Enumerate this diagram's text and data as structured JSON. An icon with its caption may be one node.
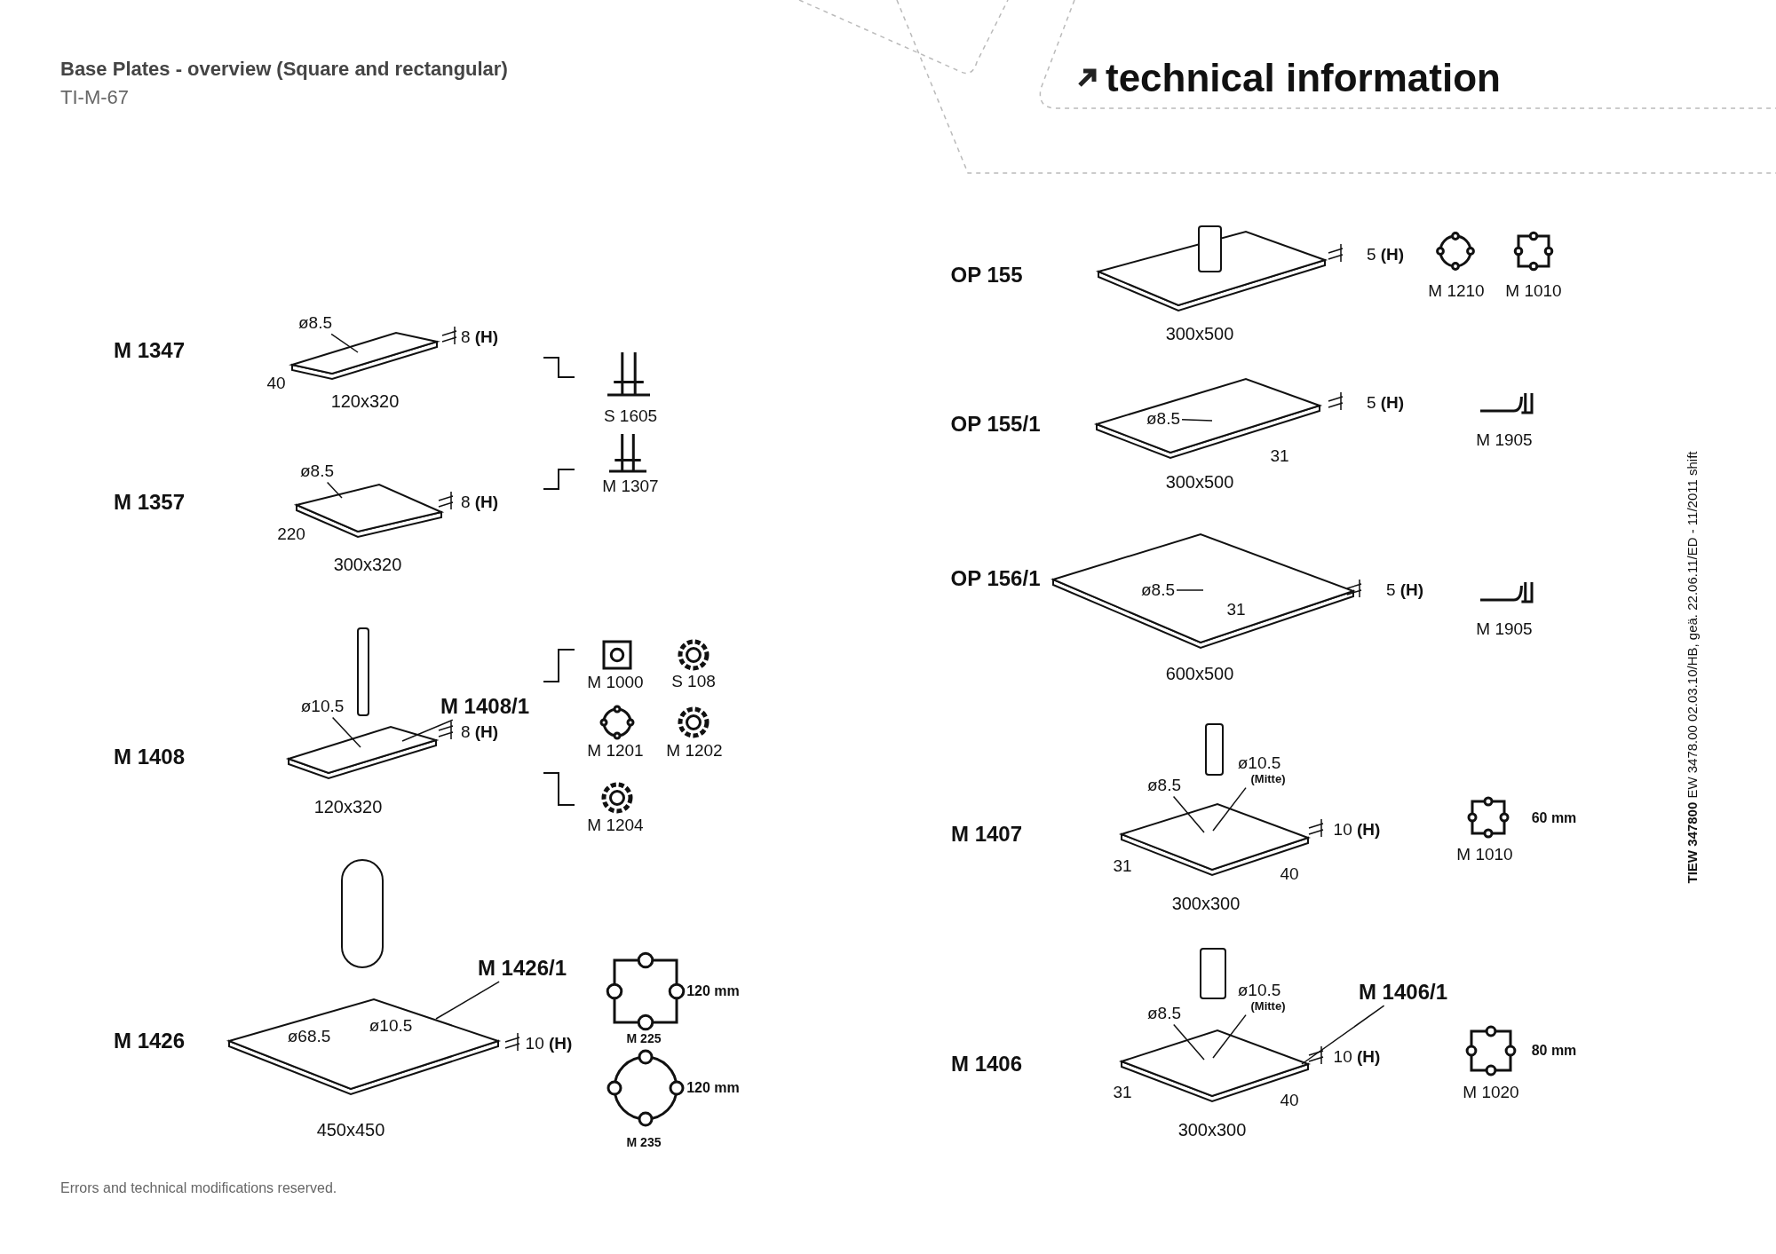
{
  "diagram": {
    "title": "Base Plates - overview (Square and rectangular)",
    "nodes": [
      {
        "text": [
          "ø8.5"
        ]
      },
      {
        "text": [
          "ø8.5"
        ]
      },
      {
        "text": [
          "ø10.5"
        ]
      },
      {
        "text": [
          "M 1408/1"
        ]
      },
      {
        "text": [
          "M 1426/1"
        ]
      },
      {
        "text": [
          "ø8.5"
        ]
      },
      {
        "text": [
          "ø8.5"
        ]
      },
      {
        "text": [
          "ø8.5"
        ]
      },
      {
        "text": [
          "ø10.5",
          "(Mitte)"
        ]
      },
      {
        "text": [
          "M 1406/1"
        ]
      },
      {
        "text": [
          "ø8.5"
        ]
      },
      {
        "text": [
          "ø10.5",
          "(Mitte)"
        ]
      }
    ],
    "edges": [
      {
        "from": 0,
        "to": null,
        "arrow": "none"
      },
      {
        "from": 1,
        "to": null,
        "arrow": "none"
      },
      {
        "from": 2,
        "to": null,
        "arrow": "none"
      },
      {
        "from": 3,
        "to": null,
        "arrow": "none"
      },
      {
        "from": 4,
        "to": null,
        "arrow": "none"
      },
      {
        "from": 5,
        "to": null,
        "arrow": "none"
      },
      {
        "from": 6,
        "to": null,
        "arrow": "none"
      },
      {
        "from": 7,
        "to": null,
        "arrow": "none"
      },
      {
        "from": 8,
        "to": null,
        "arrow": "none"
      },
      {
        "from": 9,
        "to": null,
        "arrow": "none"
      },
      {
        "from": 10,
        "to": null,
        "arrow": "none"
      },
      {
        "from": 11,
        "to": null,
        "arrow": "none"
      }
    ],
    "labels": [
      "TI-M-67",
      "technical information",
      "M 1347",
      "8 **(H)**",
      "40",
      "120x320",
      "S 1605",
      "M 1357",
      "8 **(H)**",
      "220",
      "300x320",
      "M 1307",
      "M 1408",
      "8 **(H)**",
      "120x320",
      "M 1000",
      "S 108",
      "M 1201",
      "M 1202",
      "M 1204",
      "M 1426",
      "ø68.5",
      "ø10.5",
      "10 **(H)**",
      "450x450",
      "120 mm",
      "M 225",
      "120 mm",
      "M 235",
      "OP 155",
      "5 **(H)**",
      "300x500",
      "M 1210",
      "M 1010",
      "OP 155/1",
      "31",
      "5 **(H)**",
      "300x500",
      "M 1905",
      "OP 156/1",
      "31",
      "5 **(H)**",
      "600x500",
      "M 1905",
      "M 1407",
      "10 **(H)**",
      "31",
      "40",
      "300x300",
      "60 mm",
      "M 1010",
      "M 1406",
      "10 **(H)**",
      "31",
      "40",
      "300x300",
      "80 mm",
      "M 1020",
      "**TIEW 347800** EW 3478.00 02.03.10/HB, geä. 22.06.11/ED - 11/2011 shift",
      "Errors and technical modifications reserved."
    ]
  }
}
